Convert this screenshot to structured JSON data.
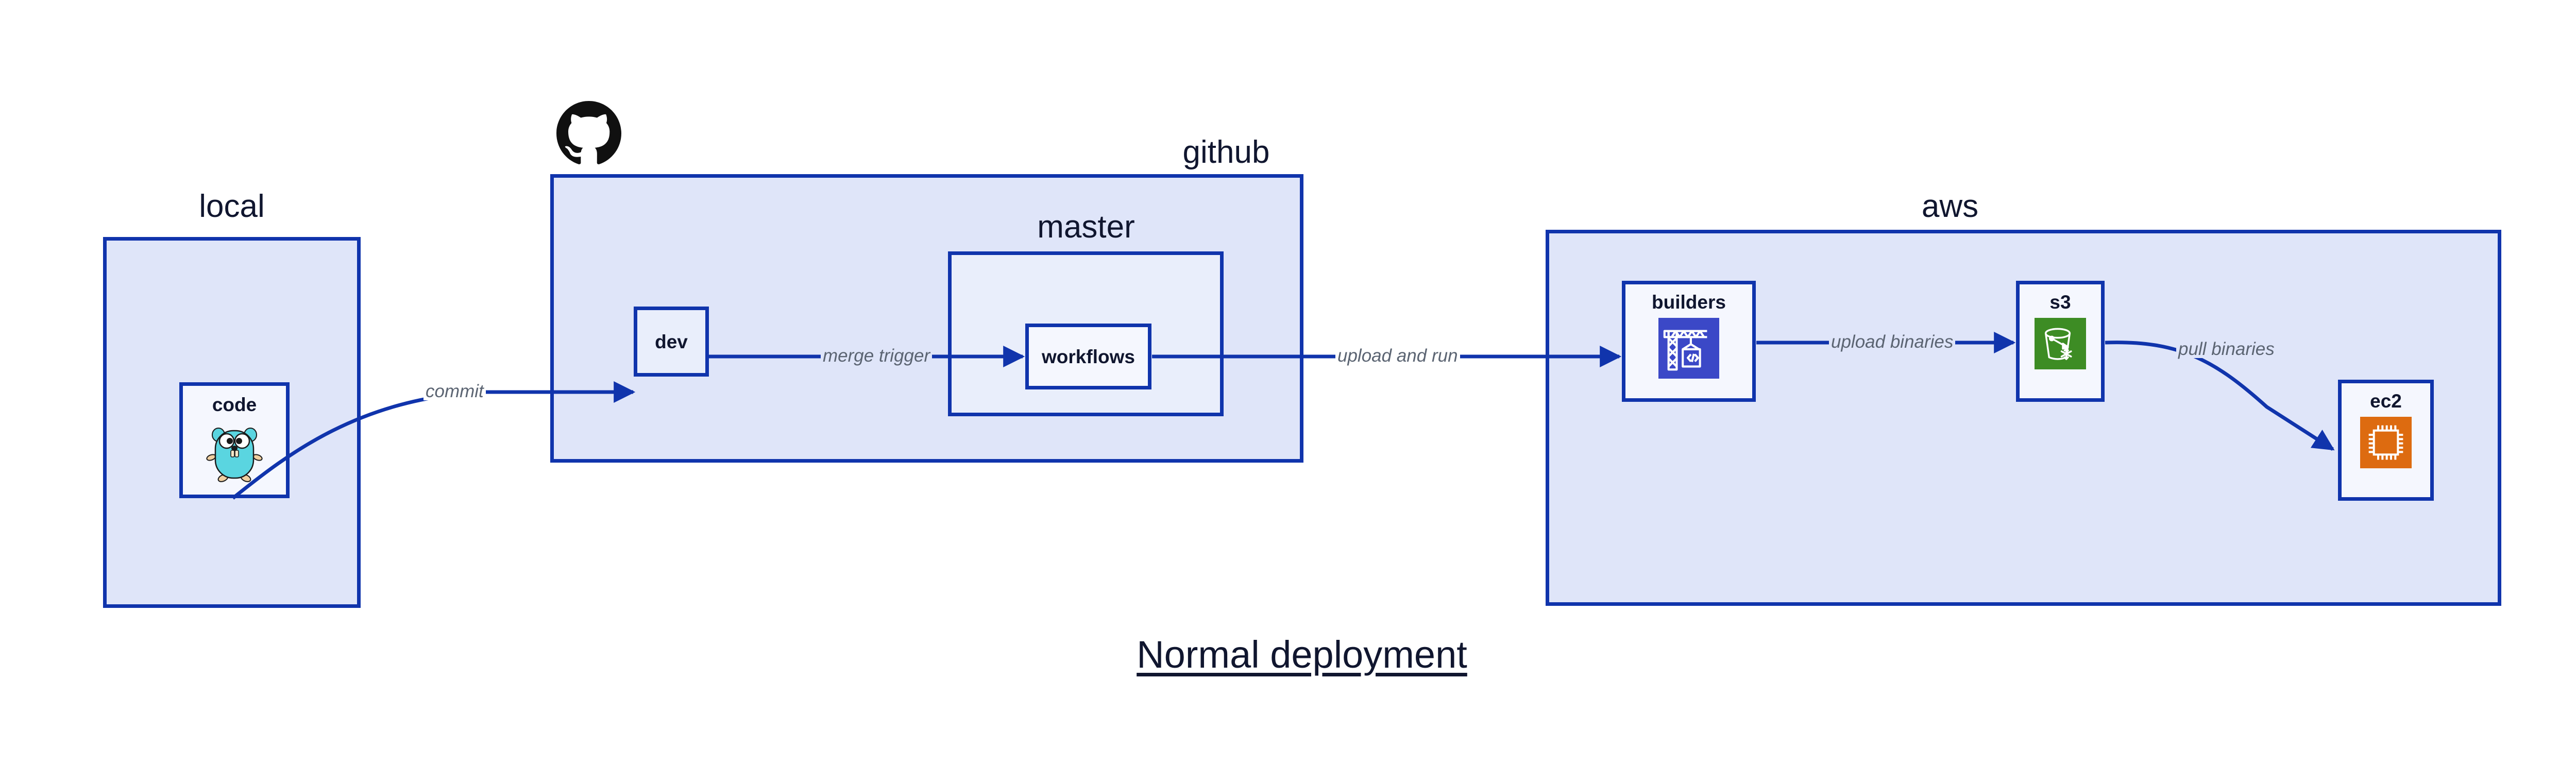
{
  "title": "Normal deployment",
  "theme": {
    "edge_color": "#1034ac",
    "group_fill": "#dfe5f9",
    "node_fill": "#e9eefb",
    "node_fill_light": "#f5f7fe",
    "text_color": "#10162f",
    "edge_label_color": "#5b6472",
    "builders_icon_bg": "#3b48c7",
    "s3_icon_bg": "#3d8c24",
    "ec2_icon_bg": "#dd6b10",
    "gopher_body": "#5ad5e0"
  },
  "groups": [
    {
      "id": "local",
      "label": "local"
    },
    {
      "id": "github",
      "label": "github"
    },
    {
      "id": "master",
      "label": "master"
    },
    {
      "id": "aws",
      "label": "aws"
    }
  ],
  "nodes": [
    {
      "id": "code",
      "label": "code",
      "icon": "go-gopher-icon",
      "group": "local"
    },
    {
      "id": "dev",
      "label": "dev",
      "icon": null,
      "group": "github"
    },
    {
      "id": "workflows",
      "label": "workflows",
      "icon": null,
      "group": "master"
    },
    {
      "id": "builders",
      "label": "builders",
      "icon": "crane-code-icon",
      "group": "aws"
    },
    {
      "id": "s3",
      "label": "s3",
      "icon": "s3-bucket-icon",
      "group": "aws"
    },
    {
      "id": "ec2",
      "label": "ec2",
      "icon": "cpu-chip-icon",
      "group": "aws"
    }
  ],
  "edges": [
    {
      "id": "commit",
      "label": "commit",
      "from": "code",
      "to": "dev"
    },
    {
      "id": "merge-trigger",
      "label": "merge trigger",
      "from": "dev",
      "to": "workflows"
    },
    {
      "id": "upload-and-run",
      "label": "upload and run",
      "from": "workflows",
      "to": "builders"
    },
    {
      "id": "upload-binaries",
      "label": "upload binaries",
      "from": "builders",
      "to": "s3"
    },
    {
      "id": "pull-binaries",
      "label": "pull binaries",
      "from": "s3",
      "to": "ec2"
    }
  ],
  "logos": [
    {
      "id": "github-mark",
      "name": "github-octocat-logo"
    }
  ]
}
